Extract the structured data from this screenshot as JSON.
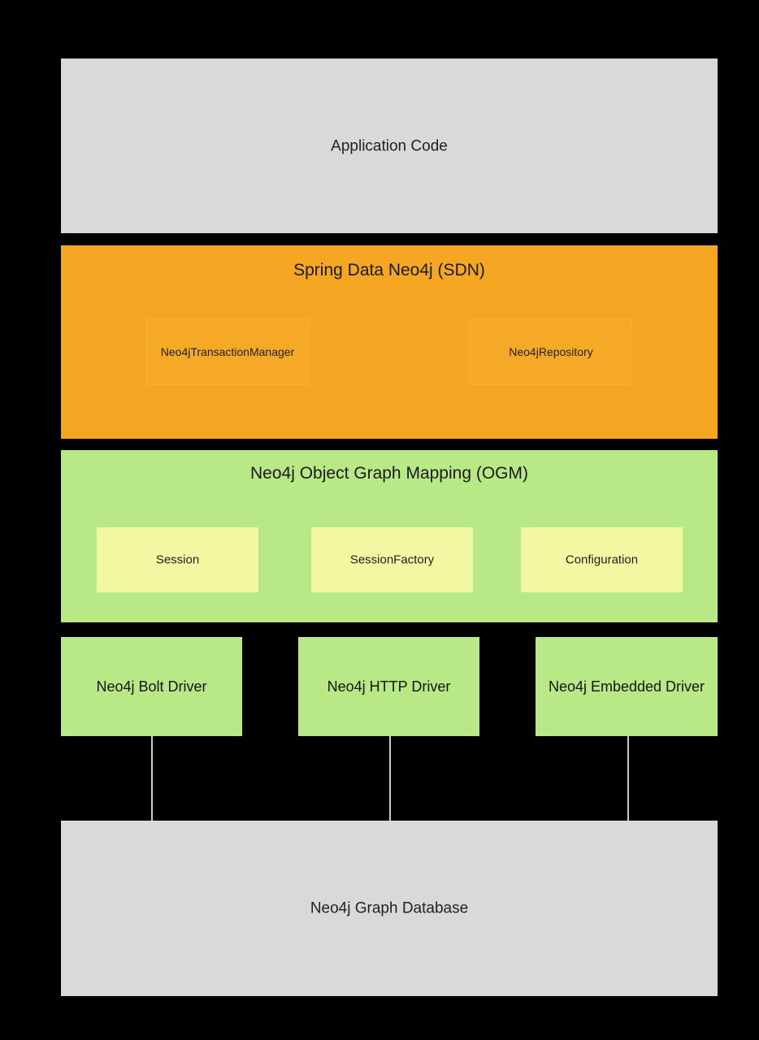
{
  "diagram": {
    "background_color": "#000000",
    "layers": {
      "application": {
        "title": "Application Code",
        "color": "#D9D9D9"
      },
      "sdn": {
        "title": "Spring Data Neo4j (SDN)",
        "color": "#F5A623",
        "components": [
          {
            "label": "Neo4jTransactionManager"
          },
          {
            "label": "Neo4jRepository"
          }
        ]
      },
      "ogm": {
        "title": "Neo4j Object Graph Mapping (OGM)",
        "color": "#B8E986",
        "components": [
          {
            "label": "Session"
          },
          {
            "label": "SessionFactory"
          },
          {
            "label": "Configuration"
          }
        ]
      },
      "drivers": {
        "color": "#B8E986",
        "items": [
          {
            "label": "Neo4j Bolt Driver"
          },
          {
            "label": "Neo4j HTTP Driver"
          },
          {
            "label": "Neo4j Embedded Driver"
          }
        ]
      },
      "database": {
        "title": "Neo4j Graph Database",
        "color": "#D9D9D9"
      }
    },
    "connector_color": "#C9C9C9"
  }
}
